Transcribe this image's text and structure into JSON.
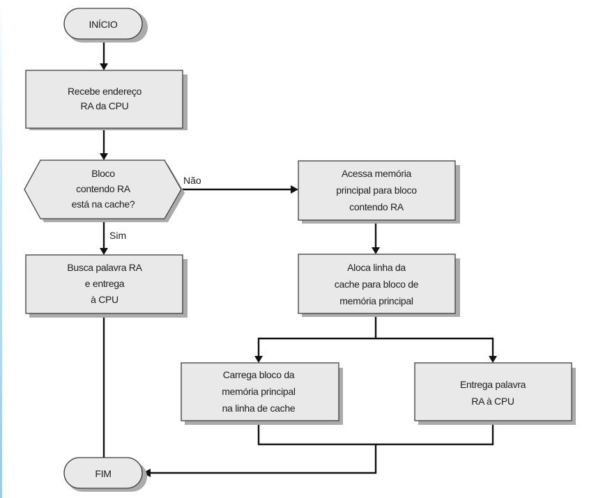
{
  "flowchart": {
    "start": "INÍCIO",
    "end": "FIM",
    "receive": [
      "Recebe endereço",
      "RA da CPU"
    ],
    "decision": [
      "Bloco",
      "contendo RA",
      "está na cache?"
    ],
    "fetch_deliver": [
      "Busca palavra RA",
      "e entrega",
      "à CPU"
    ],
    "access_memory": [
      "Acessa memória",
      "principal para bloco",
      "contendo RA"
    ],
    "allocate_line": [
      "Aloca linha da",
      "cache para bloco de",
      "memória principal"
    ],
    "load_block": [
      "Carrega bloco da",
      "memória principal",
      "na linha de cache"
    ],
    "deliver_word": [
      "Entrega palavra",
      "RA à CPU"
    ],
    "branch_no": "Não",
    "branch_yes": "Sim"
  },
  "colors": {
    "box_fill": "#e9e9e9",
    "box_stroke": "#3c3c3c",
    "shadow": "#ababab",
    "connector": "#111111"
  }
}
